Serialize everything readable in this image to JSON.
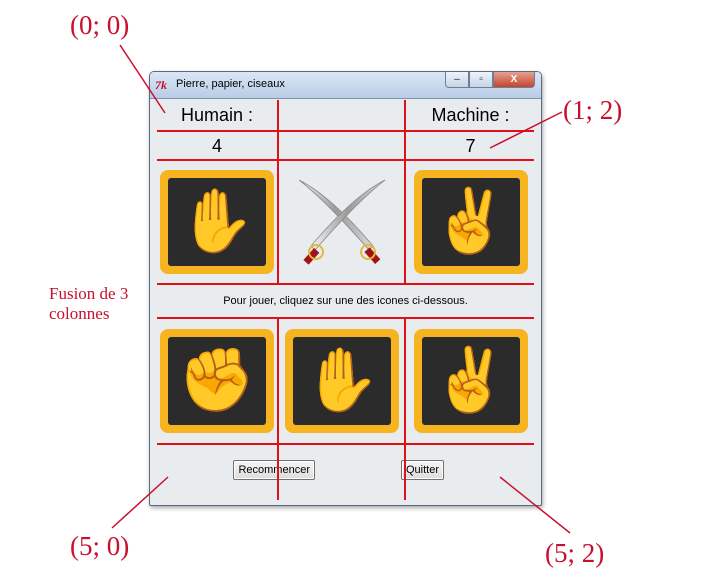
{
  "annotations": {
    "top_left": "(0; 0)",
    "right": "(1; 2)",
    "merge": [
      "Fusion de 3",
      "colonnes"
    ],
    "bottom_left": "(5; 0)",
    "bottom_right": "(5; 2)"
  },
  "window": {
    "app_icon": "7k",
    "title": "Pierre, papier, ciseaux",
    "controls": {
      "minimize": "–",
      "maximize": "▫",
      "close": "X"
    }
  },
  "scores": {
    "human_label": "Humain :",
    "machine_label": "Machine :",
    "human_score": "4",
    "machine_score": "7"
  },
  "current_choices": {
    "human": "paper-hand-icon",
    "center": "crossed-swords-icon",
    "machine": "scissors-hand-icon"
  },
  "instructions": "Pour jouer, cliquez sur une des icones ci-dessous.",
  "choices": [
    {
      "icon": "rock-fist-icon",
      "glyph": "✊"
    },
    {
      "icon": "paper-hand-icon",
      "glyph": "✋"
    },
    {
      "icon": "scissors-hand-icon",
      "glyph": "✌"
    }
  ],
  "displayed_glyphs": {
    "human": "✋",
    "machine": "✌"
  },
  "buttons": {
    "restart": "Recommencer",
    "quit": "Quitter"
  },
  "colors": {
    "annotation": "#c8102e",
    "grid": "#e0101a",
    "tile_border": "#f6b520",
    "tile_bg": "#2b2b2b"
  }
}
